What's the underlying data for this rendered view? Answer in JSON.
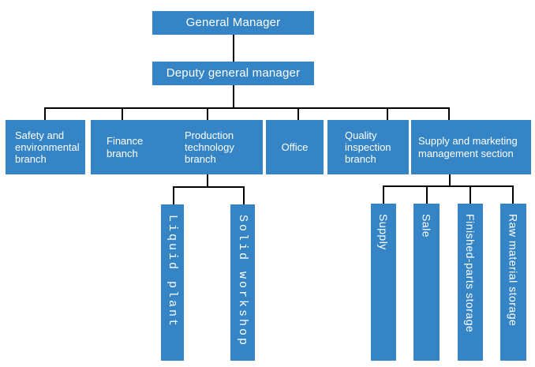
{
  "colors": {
    "node_fill": "#3585c6",
    "node_text": "#ffffff",
    "connector": "#000000",
    "background": "#ffffff"
  },
  "org": {
    "root": {
      "label": "General Manager"
    },
    "deputy": {
      "label": "Deputy general manager"
    },
    "branches": [
      {
        "label": "Safety and environmental branch"
      },
      {
        "label": "Finance branch"
      },
      {
        "label": "Production technology branch",
        "children": [
          "Liquid plant",
          "Solid workshop"
        ]
      },
      {
        "label": "Office"
      },
      {
        "label": "Quality inspection branch"
      },
      {
        "label": "Supply and marketing management section",
        "children": [
          "Supply",
          "Sale",
          "Finished-parts storage",
          "Raw material storage"
        ]
      }
    ]
  }
}
